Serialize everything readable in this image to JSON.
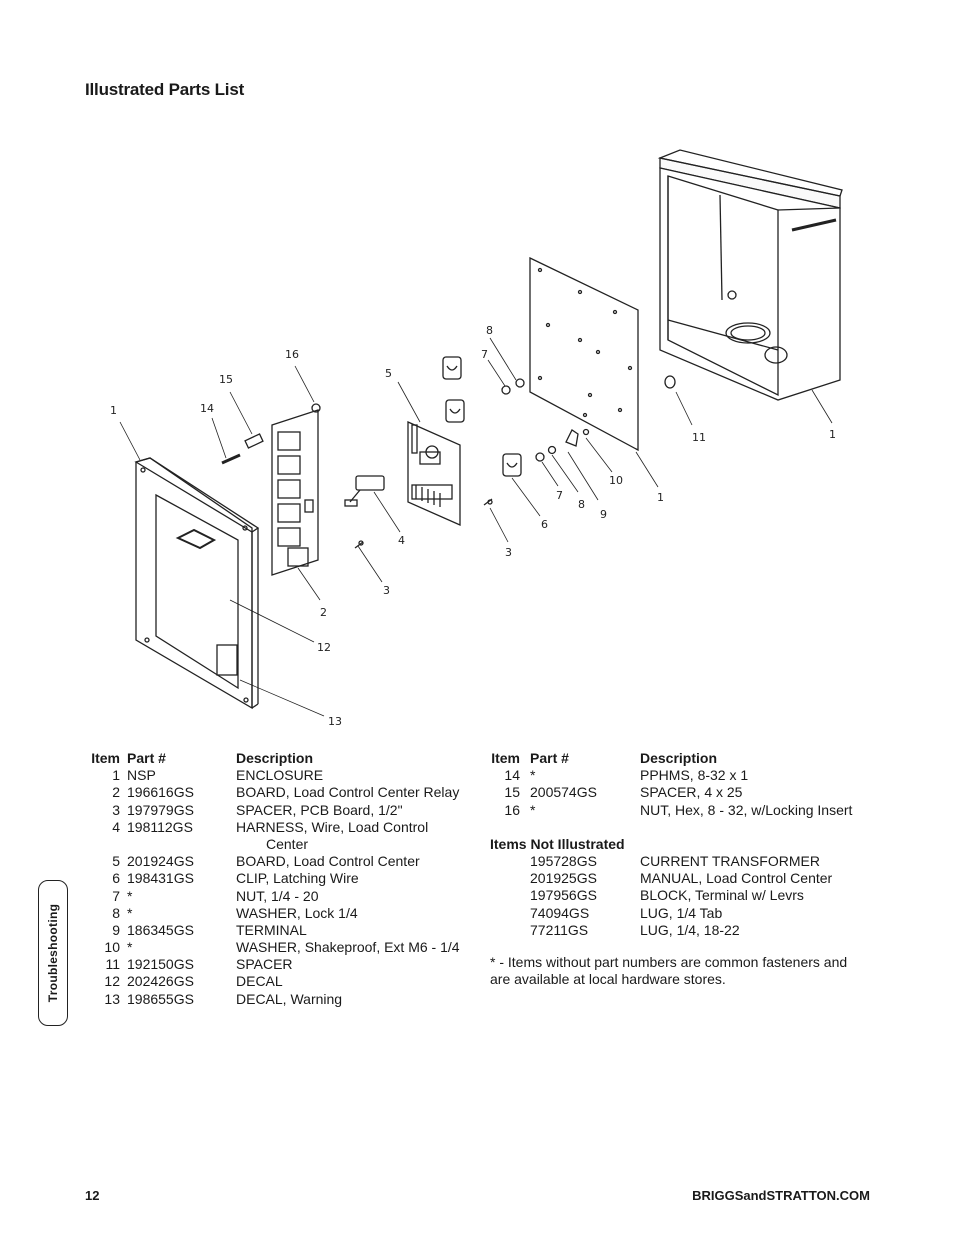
{
  "page": {
    "title": "Illustrated Parts List",
    "side_tab": "Troubleshooting",
    "page_number": "12",
    "website": "BRIGGSandSTRATTON.COM"
  },
  "diagram": {
    "callouts": [
      "1",
      "1",
      "1",
      "2",
      "3",
      "3",
      "4",
      "5",
      "6",
      "7",
      "7",
      "8",
      "8",
      "9",
      "10",
      "11",
      "12",
      "13",
      "14",
      "15",
      "16"
    ]
  },
  "parts_table": {
    "headers": {
      "item": "Item",
      "part": "Part #",
      "description": "Description"
    },
    "left_rows": [
      {
        "item": "1",
        "part": "NSP",
        "description": "ENCLOSURE"
      },
      {
        "item": "2",
        "part": "196616GS",
        "description": "BOARD, Load Control Center Relay"
      },
      {
        "item": "3",
        "part": "197979GS",
        "description": "SPACER, PCB Board, 1/2\""
      },
      {
        "item": "4",
        "part": "198112GS",
        "description": "HARNESS, Wire, Load Control",
        "description_cont": "Center"
      },
      {
        "item": "5",
        "part": "201924GS",
        "description": "BOARD, Load Control Center"
      },
      {
        "item": "6",
        "part": "198431GS",
        "description": "CLIP, Latching Wire"
      },
      {
        "item": "7",
        "part": "*",
        "description": "NUT, 1/4 - 20"
      },
      {
        "item": "8",
        "part": "*",
        "description": "WASHER, Lock 1/4"
      },
      {
        "item": "9",
        "part": "186345GS",
        "description": "TERMINAL"
      },
      {
        "item": "10",
        "part": "*",
        "description": "WASHER, Shakeproof, Ext M6 - 1/4"
      },
      {
        "item": "11",
        "part": "192150GS",
        "description": "SPACER"
      },
      {
        "item": "12",
        "part": "202426GS",
        "description": "DECAL"
      },
      {
        "item": "13",
        "part": "198655GS",
        "description": "DECAL, Warning"
      }
    ],
    "right_rows": [
      {
        "item": "14",
        "part": "*",
        "description": "PPHMS, 8-32 x 1"
      },
      {
        "item": "15",
        "part": "200574GS",
        "description": "SPACER, 4 x 25"
      },
      {
        "item": "16",
        "part": "*",
        "description": "NUT, Hex, 8 - 32, w/Locking Insert"
      }
    ],
    "not_illustrated_heading": "Items Not Illustrated",
    "not_illustrated": [
      {
        "part": "195728GS",
        "description": "CURRENT TRANSFORMER"
      },
      {
        "part": "201925GS",
        "description": "MANUAL, Load Control Center"
      },
      {
        "part": "197956GS",
        "description": "BLOCK, Terminal w/ Levrs"
      },
      {
        "part": "74094GS",
        "description": "LUG, 1/4 Tab"
      },
      {
        "part": "77211GS",
        "description": "LUG, 1/4, 18-22"
      }
    ],
    "footnote": "* - Items without part numbers are common fasteners and are available at local hardware stores."
  }
}
